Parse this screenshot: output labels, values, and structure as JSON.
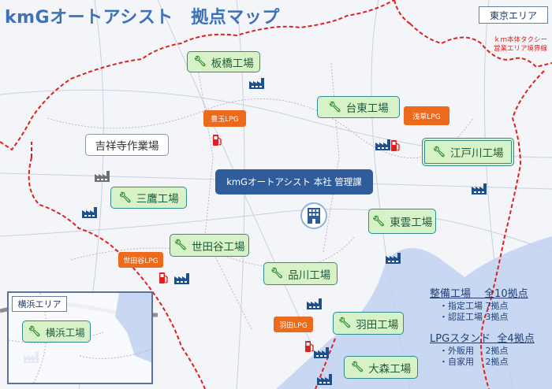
{
  "title": "kmGオートアシスト　拠点マップ",
  "area_label": "東京エリア",
  "boundary_note": [
    "ｋｍ本体タクシー",
    "営業エリア境界線"
  ],
  "colors": {
    "title": "#3d72b8",
    "boundary": "#e0201e",
    "factory": "#1f4e8c",
    "callout_fill": "#d6f2c6",
    "lpg": "#ec6a1c",
    "hq": "#2f5d9c",
    "water": "#c9d8f2"
  },
  "headquarters": {
    "label": "kmGオートアシスト 本社 管理課",
    "icon": "office-building-icon"
  },
  "factories": [
    {
      "name": "板橋工場",
      "icon": "wrench-icon"
    },
    {
      "name": "台東工場",
      "icon": "wrench-icon"
    },
    {
      "name": "江戸川工場",
      "icon": "wrench-icon"
    },
    {
      "name": "三鷹工場",
      "icon": "wrench-icon"
    },
    {
      "name": "東雲工場",
      "icon": "wrench-icon"
    },
    {
      "name": "世田谷工場",
      "icon": "wrench-icon"
    },
    {
      "name": "品川工場",
      "icon": "wrench-icon"
    },
    {
      "name": "羽田工場",
      "icon": "wrench-icon"
    },
    {
      "name": "大森工場",
      "icon": "wrench-icon"
    }
  ],
  "workshop": {
    "name": "吉祥寺作業場"
  },
  "lpg_stands": [
    "豊玉LPG",
    "浅草LPG",
    "世田谷LPG",
    "羽田LPG"
  ],
  "yokohama": {
    "area_label": "横浜エリア",
    "factory": "横浜工場"
  },
  "legend": {
    "maintenance": {
      "heading": "整備工場　 全10拠点",
      "items": [
        "・指定工場 7拠点",
        "・認証工場 3拠点"
      ]
    },
    "lpg": {
      "heading": "LPGスタンド  全4拠点",
      "items": [
        "・外販用　 2拠点",
        "・自家用　 2拠点"
      ]
    }
  }
}
